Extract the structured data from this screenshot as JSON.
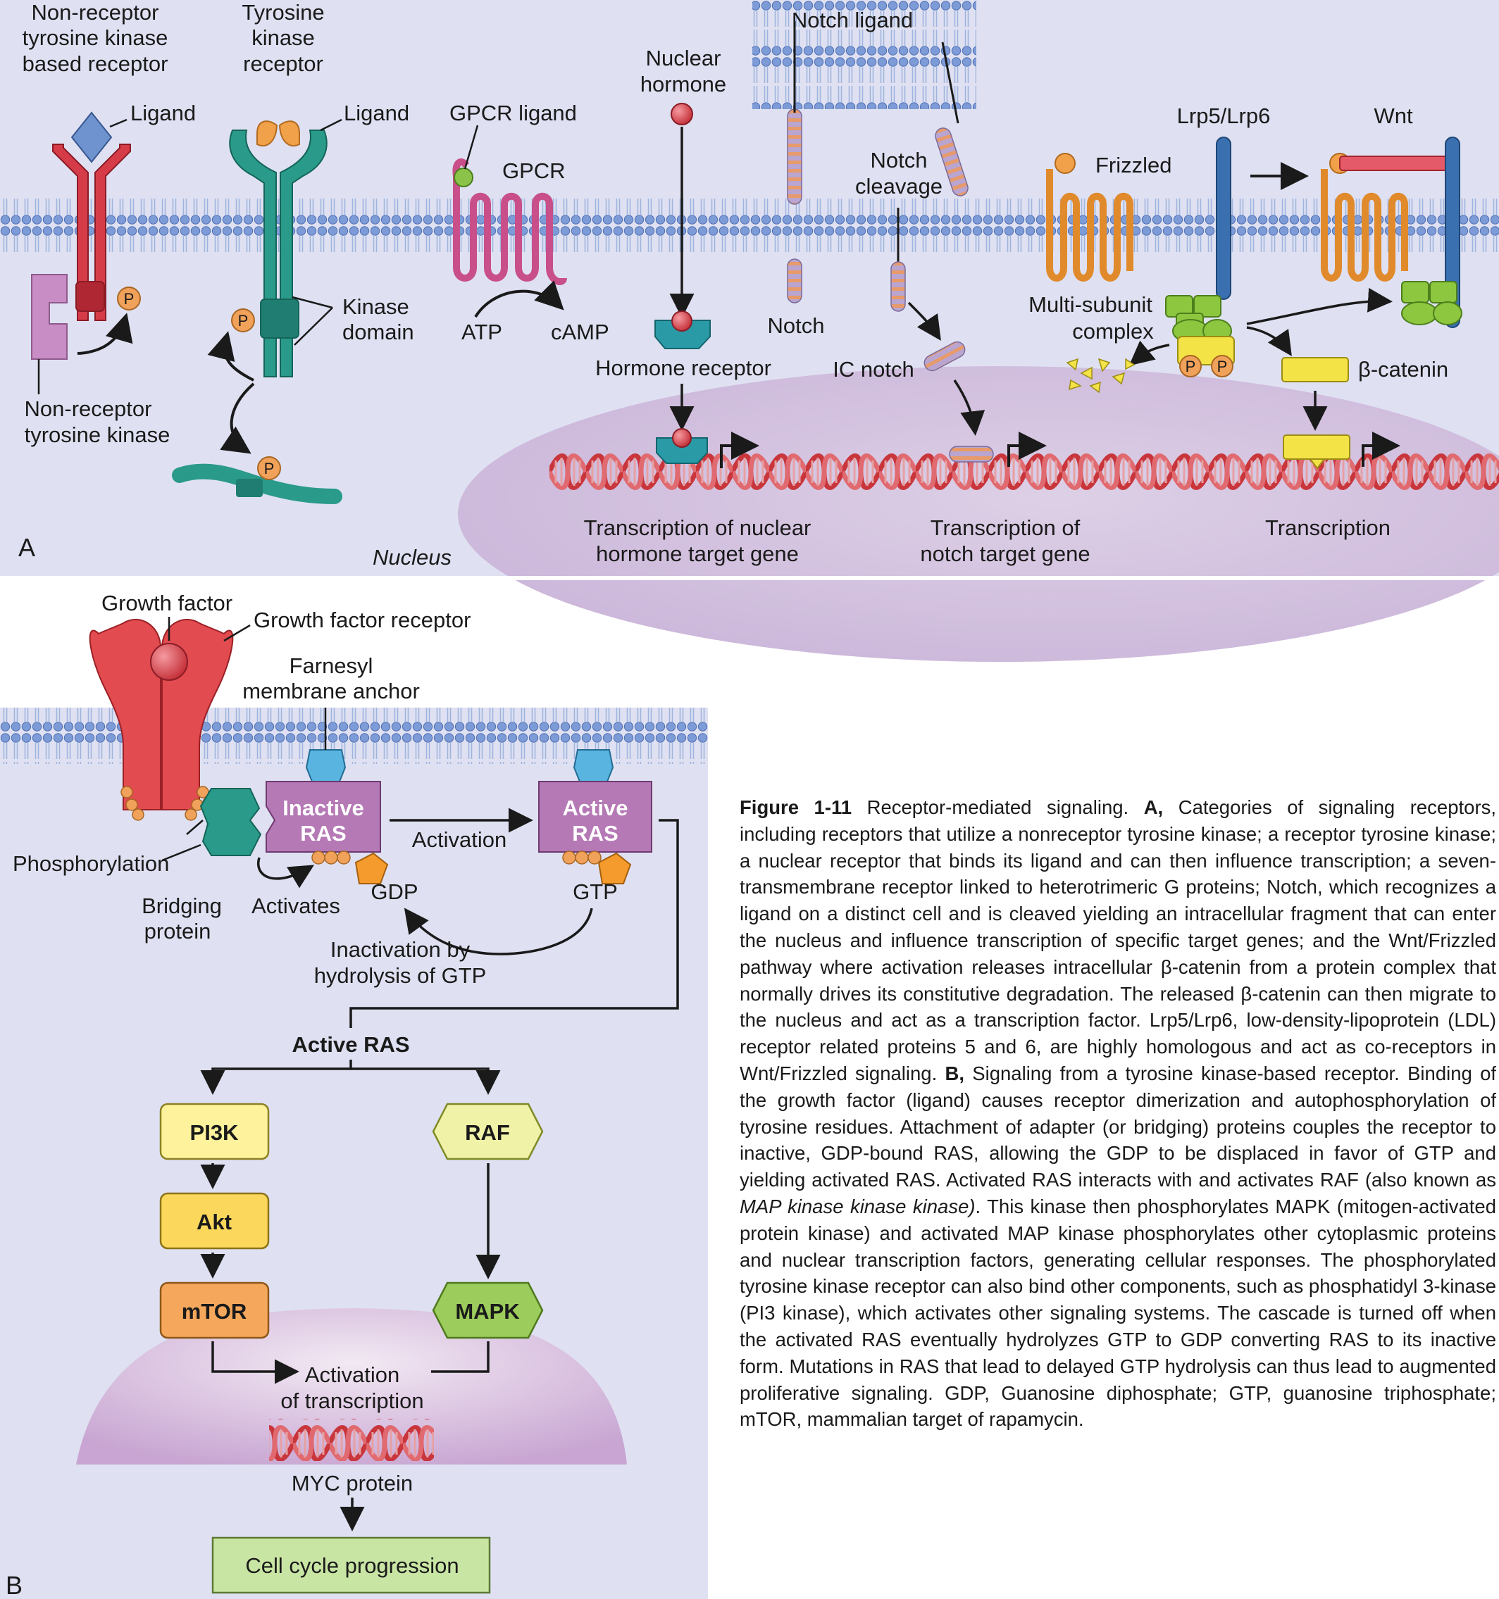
{
  "panel_a": {
    "letter": "A",
    "nucleus_label": "Nucleus",
    "nonreceptor": {
      "title": [
        "Non-receptor",
        "tyrosine kinase",
        "based receptor"
      ],
      "ligand": "Ligand",
      "kinase": [
        "Non-receptor",
        "tyrosine kinase"
      ],
      "p": "P"
    },
    "rtk": {
      "title": [
        "Tyrosine",
        "kinase",
        "receptor"
      ],
      "ligand": "Ligand",
      "kinase_domain": [
        "Kinase",
        "domain"
      ],
      "p": "P"
    },
    "gpcr": {
      "ligand": "GPCR ligand",
      "receptor": "GPCR",
      "atp": "ATP",
      "camp": "cAMP"
    },
    "nuclear": {
      "hormone": [
        "Nuclear",
        "hormone"
      ],
      "receptor": "Hormone receptor",
      "transcription": [
        "Transcription of nuclear",
        "hormone target gene"
      ]
    },
    "notch": {
      "ligand": "Notch ligand",
      "cleavage": [
        "Notch",
        "cleavage"
      ],
      "notch": "Notch",
      "ic": "IC notch",
      "transcription": [
        "Transcription of",
        "notch target gene"
      ]
    },
    "wnt": {
      "frizzled": "Frizzled",
      "lrp": "Lrp5/Lrp6",
      "wnt": "Wnt",
      "complex": [
        "Multi-subunit",
        "complex"
      ],
      "beta": "β-catenin",
      "transcription": "Transcription",
      "p": "P"
    }
  },
  "panel_b": {
    "letter": "B",
    "growth_factor": "Growth factor",
    "gf_receptor": "Growth factor receptor",
    "farnesyl": [
      "Farnesyl",
      "membrane anchor"
    ],
    "phosphorylation": "Phosphorylation",
    "bridging": [
      "Bridging",
      "protein"
    ],
    "inactive_ras": [
      "Inactive",
      "RAS"
    ],
    "active_ras": [
      "Active",
      "RAS"
    ],
    "activation": "Activation",
    "activates": "Activates",
    "gdp": "GDP",
    "gtp": "GTP",
    "inactivation": [
      "Inactivation by",
      "hydrolysis of GTP"
    ],
    "active_ras_label": "Active RAS",
    "pi3k": "PI3K",
    "akt": "Akt",
    "mtor": "mTOR",
    "raf": "RAF",
    "mapk": "MAPK",
    "activation_transcription": [
      "Activation",
      "of transcription"
    ],
    "myc": "MYC protein",
    "cell_cycle": "Cell cycle progression"
  },
  "caption": {
    "figure_number": "Figure 1-11",
    "title": " Receptor-mediated signaling. ",
    "a_label": "A,",
    "part_a": " Categories of signaling receptors, including receptors that utilize a nonreceptor tyrosine kinase; a receptor tyrosine kinase; a nuclear receptor that binds its ligand and can then influence transcription; a seven-transmembrane receptor linked to heterotrimeric G proteins; Notch, which recognizes a ligand on a distinct cell and is cleaved yielding an intracellular fragment that can enter the nucleus and influence transcription of specific target genes; and the Wnt/Frizzled pathway where activation releases intracellular β-catenin from a protein complex that normally drives its constitutive degradation. The released β-catenin can then migrate to the nucleus and act as a transcription factor. Lrp5/Lrp6, low-density-lipoprotein (LDL) receptor related proteins 5 and 6, are highly homologous and act as co-receptors in Wnt/Frizzled signaling. ",
    "b_label": "B,",
    "part_b1": " Signaling from a tyrosine kinase-based receptor. Binding of the growth factor (ligand) causes receptor dimerization and autophosphorylation of tyrosine residues. Attachment of adapter (or bridging) proteins couples the receptor to inactive, GDP-bound RAS, allowing the GDP to be displaced in favor of GTP and yielding activated RAS. Activated RAS interacts with and activates RAF (also known as ",
    "italic": "MAP kinase kinase kinase)",
    "part_b2": ". This kinase then phosphorylates MAPK (mitogen-activated protein kinase) and activated MAP kinase phosphorylates other cytoplasmic proteins and nuclear transcription factors, generating cellular responses. The phosphorylated tyrosine kinase receptor can also bind other components, such as phosphatidyl 3-kinase (PI3 kinase), which activates other signaling systems. The cascade is turned off when the activated RAS eventually hydrolyzes GTP to GDP converting RAS to its inactive form. Mutations in RAS that lead to delayed GTP hydrolysis can thus lead to augmented proliferative signaling. GDP, Guanosine diphosphate; GTP, guanosine triphosphate; mTOR, mammalian target of rapamycin."
  }
}
